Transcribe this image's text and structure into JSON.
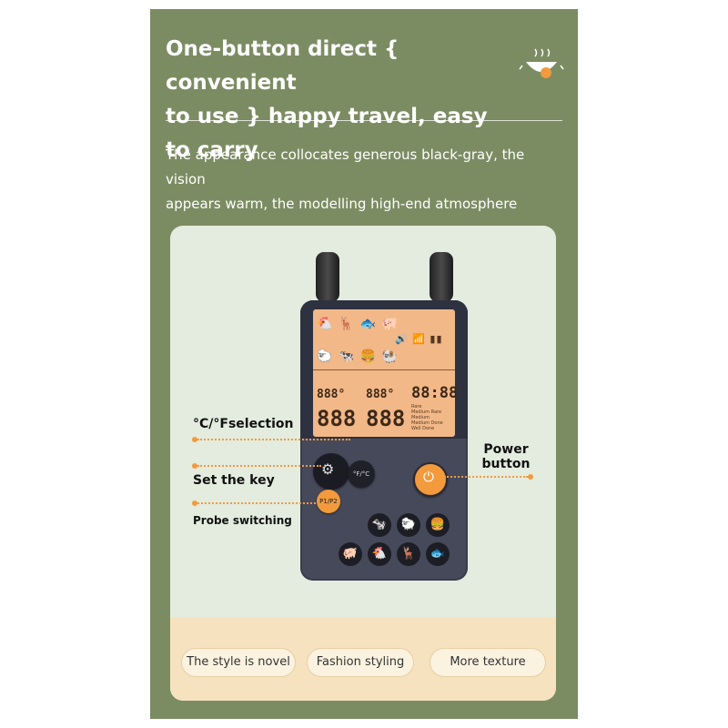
{
  "header": {
    "headline_line1": "One-button direct { convenient",
    "headline_line2": "to use } happy travel, easy to carry",
    "subtitle_line1": "The appearance collocates generous black-gray, the vision",
    "subtitle_line2": "appears warm, the modelling high-end atmosphere"
  },
  "callouts": {
    "unit_selection": "°C/°Fselection",
    "set_key": "Set the key",
    "probe_switching": "Probe switching",
    "power_line1": "Power",
    "power_line2": "button"
  },
  "device": {
    "unit_button_label": "°F/°C",
    "probe_button_label": "P1/P2",
    "segment_small_1": "888°",
    "segment_small_2": "888°",
    "segment_time": "88:88",
    "segment_big_1": "888",
    "segment_big_2": "888",
    "doneness": [
      "Rare",
      "Medium Rare",
      "Medium",
      "Medium Done",
      "Well Done"
    ]
  },
  "tags": [
    "The style is novel",
    "Fashion styling",
    "More texture"
  ],
  "colors": {
    "panel": "#7b8c62",
    "card": "#e3ecdf",
    "accent": "#f29a3c",
    "band": "#f7e2bf"
  }
}
